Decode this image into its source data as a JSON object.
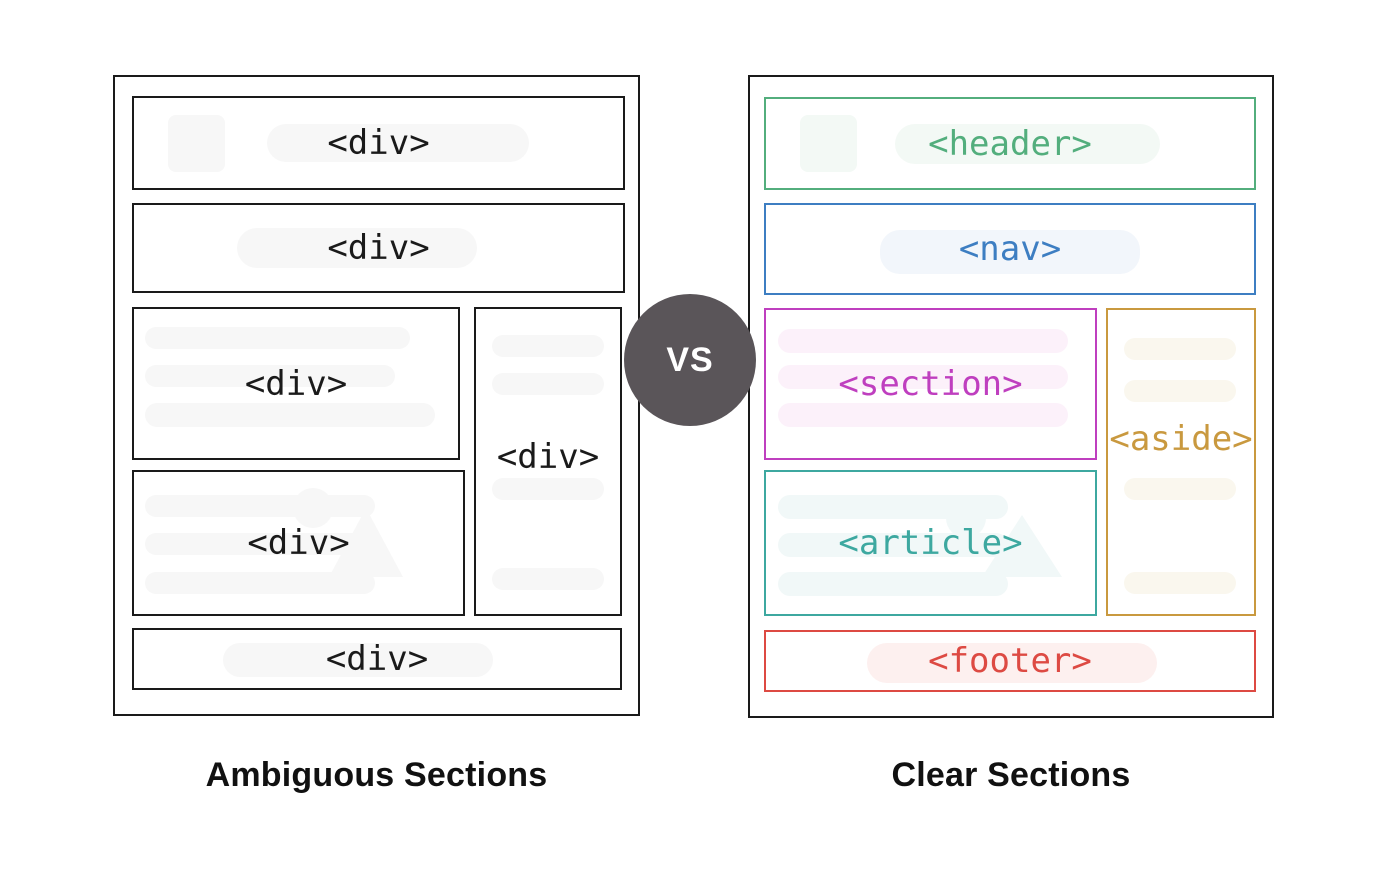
{
  "ink": "#1a1a1a",
  "caption_color": "#111111",
  "background": "#ffffff",
  "vs_badge": {
    "label": "VS",
    "bg": "#5a5559",
    "fg": "#ffffff"
  },
  "panels": {
    "ambiguous": {
      "caption": "Ambiguous Sections",
      "placeholder_color": "#f7f7f7",
      "boxes": [
        {
          "tag": "<div>"
        },
        {
          "tag": "<div>"
        },
        {
          "tag": "<div>"
        },
        {
          "tag": "<div>"
        },
        {
          "tag": "<div>"
        },
        {
          "tag": "<div>"
        }
      ]
    },
    "clear": {
      "caption": "Clear Sections",
      "boxes": [
        {
          "tag": "<header>",
          "color": "#53ae7d",
          "tint": "#f3f9f5"
        },
        {
          "tag": "<nav>",
          "color": "#3d7ec2",
          "tint": "#f2f6fb"
        },
        {
          "tag": "<section>",
          "color": "#bf3fbf",
          "tint": "#fcf1fa"
        },
        {
          "tag": "<aside>",
          "color": "#c9993f",
          "tint": "#faf7ee"
        },
        {
          "tag": "<article>",
          "color": "#3da8a0",
          "tint": "#f1f8f8"
        },
        {
          "tag": "<footer>",
          "color": "#dd4a43",
          "tint": "#fdf0ef"
        }
      ]
    }
  }
}
